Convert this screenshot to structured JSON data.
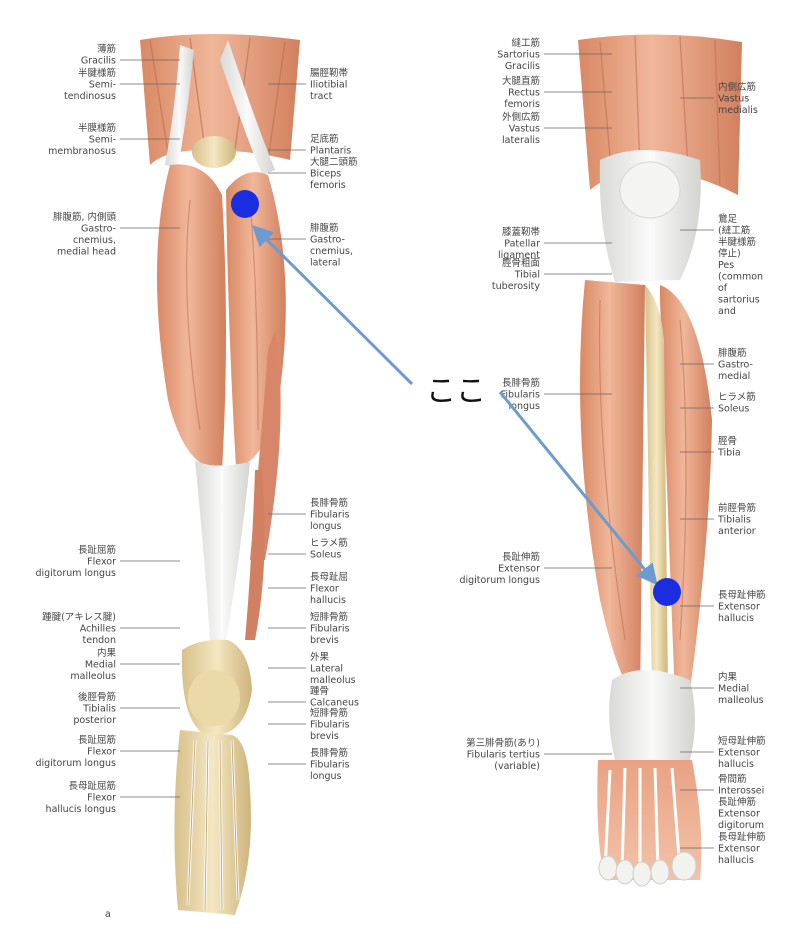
{
  "annotation": {
    "text": "ここ",
    "arrow_color": "#6b9bd1",
    "dot_color": "#1a2ee0"
  },
  "figure_letter": "a",
  "posterior_labels_left": [
    {
      "lines": [
        "薄筋",
        "Gracilis"
      ]
    },
    {
      "lines": [
        "半腱様筋",
        "Semi-",
        "tendinosus"
      ]
    },
    {
      "lines": [
        "半膜様筋",
        "Semi-",
        "membranosus"
      ]
    },
    {
      "lines": [
        "腓腹筋, 内側頭",
        "Gastro-",
        "cnemius,",
        "medial head"
      ]
    },
    {
      "lines": [
        "長趾屈筋",
        "Flexor",
        "digitorum longus"
      ]
    },
    {
      "lines": [
        "踵腱(アキレス腱)",
        "Achilles",
        "tendon"
      ]
    },
    {
      "lines": [
        "内果",
        "Medial",
        "malleolus"
      ]
    },
    {
      "lines": [
        "後脛骨筋",
        "Tibialis",
        "posterior"
      ]
    },
    {
      "lines": [
        "長趾屈筋",
        "Flexor",
        "digitorum longus"
      ]
    },
    {
      "lines": [
        "長母趾屈筋",
        "Flexor",
        "hallucis longus"
      ]
    }
  ],
  "posterior_labels_right": [
    {
      "lines": [
        "腸脛靭帯",
        "Iliotibial",
        "tract"
      ]
    },
    {
      "lines": [
        "足底筋",
        "Plantaris"
      ]
    },
    {
      "lines": [
        "大腿二頭筋",
        "Biceps",
        "femoris"
      ]
    },
    {
      "lines": [
        "腓腹筋",
        "Gastro-",
        "cnemius,",
        "lateral"
      ]
    },
    {
      "lines": [
        "長腓骨筋",
        "Fibularis",
        "longus"
      ]
    },
    {
      "lines": [
        "ヒラメ筋",
        "Soleus"
      ]
    },
    {
      "lines": [
        "長母趾屈",
        "Flexor",
        "hallucis"
      ]
    },
    {
      "lines": [
        "短腓骨筋",
        "Fibularis",
        "brevis"
      ]
    },
    {
      "lines": [
        "外果",
        "Lateral",
        "malleolus"
      ]
    },
    {
      "lines": [
        "踵骨",
        "Calcaneus"
      ]
    },
    {
      "lines": [
        "短腓骨筋",
        "Fibularis",
        "brevis"
      ]
    },
    {
      "lines": [
        "長腓骨筋",
        "Fibularis",
        "longus"
      ]
    }
  ],
  "anterior_labels_left": [
    {
      "lines": [
        "縫工筋",
        "Sartorius",
        "Gracilis"
      ]
    },
    {
      "lines": [
        "大腿直筋",
        "Rectus",
        "femoris"
      ]
    },
    {
      "lines": [
        "外側広筋",
        "Vastus",
        "lateralis"
      ]
    },
    {
      "lines": [
        "膝蓋靭帯",
        "Patellar",
        "ligament"
      ]
    },
    {
      "lines": [
        "脛骨粗面",
        "Tibial",
        "tuberosity"
      ]
    },
    {
      "lines": [
        "長腓骨筋",
        "Fibularis",
        "longus"
      ]
    },
    {
      "lines": [
        "長趾伸筋",
        "Extensor",
        "digitorum longus"
      ]
    },
    {
      "lines": [
        "第三腓骨筋(あり)",
        "Fibularis tertius",
        "(variable)"
      ]
    }
  ],
  "anterior_labels_right": [
    {
      "lines": [
        "内側広筋",
        "Vastus",
        "medialis"
      ]
    },
    {
      "lines": [
        "鵞足",
        "(縫工筋",
        "半腱様筋",
        "停止)",
        "Pes",
        "(common",
        "of",
        "sartorius",
        "and"
      ]
    },
    {
      "lines": [
        "腓腹筋",
        "Gastro-",
        "medial"
      ]
    },
    {
      "lines": [
        "ヒラメ筋",
        "Soleus"
      ]
    },
    {
      "lines": [
        "脛骨",
        "Tibia"
      ]
    },
    {
      "lines": [
        "前脛骨筋",
        "Tibialis",
        "anterior"
      ]
    },
    {
      "lines": [
        "長母趾伸筋",
        "Extensor",
        "hallucis"
      ]
    },
    {
      "lines": [
        "内果",
        "Medial",
        "malleolus"
      ]
    },
    {
      "lines": [
        "短母趾伸筋",
        "Extensor",
        "hallucis"
      ]
    },
    {
      "lines": [
        "骨間筋",
        "Interossei",
        "長趾伸筋",
        "Extensor",
        "digitorum"
      ]
    },
    {
      "lines": [
        "長母趾伸筋",
        "Extensor",
        "hallucis"
      ]
    }
  ]
}
